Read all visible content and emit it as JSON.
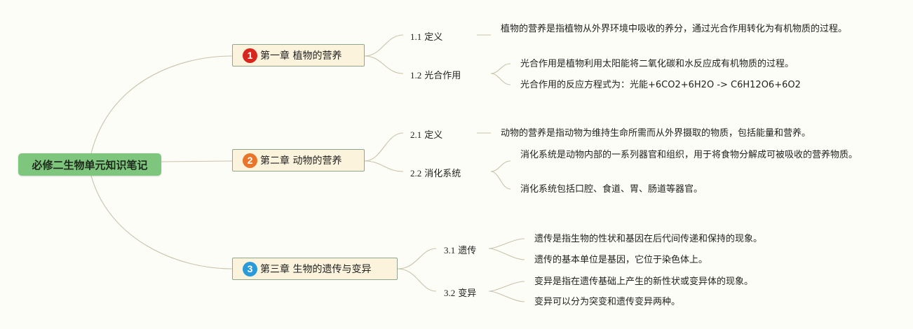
{
  "root": {
    "label": "必修二生物单元知识笔记"
  },
  "chapters": [
    {
      "number": "1",
      "color": "#d7261b",
      "label": "第一章 植物的营养",
      "sections": [
        {
          "num": "1.1",
          "title": "定义",
          "items": [
            "植物的营养是指植物从外界环境中吸收的养分，通过光合作用转化为有机物质的过程。"
          ]
        },
        {
          "num": "1.2",
          "title": "光合作用",
          "items": [
            "光合作用是植物利用太阳能将二氧化碳和水反应成有机物质的过程。",
            "光合作用的反应方程式为：光能+6CO2+6H2O -> C6H12O6+6O2"
          ]
        }
      ]
    },
    {
      "number": "2",
      "color": "#e8752a",
      "label": "第二章 动物的营养",
      "sections": [
        {
          "num": "2.1",
          "title": "定义",
          "items": [
            "动物的营养是指动物为维持生命所需而从外界摄取的物质，包括能量和营养。"
          ]
        },
        {
          "num": "2.2",
          "title": "消化系统",
          "items": [
            "消化系统是动物内部的一系列器官和组织，用于将食物分解成可被吸收的营养物质。",
            "消化系统包括口腔、食道、胃、肠道等器官。"
          ]
        }
      ]
    },
    {
      "number": "3",
      "color": "#2a9ad8",
      "label": "第三章 生物的遗传与变异",
      "sections": [
        {
          "num": "3.1",
          "title": "遗传",
          "items": [
            "遗传是指生物的性状和基因在后代间传递和保持的现象。",
            "遗传的基本单位是基因，它位于染色体上。"
          ]
        },
        {
          "num": "3.2",
          "title": "变异",
          "items": [
            "变异是指在遗传基础上产生的新性状或变异体的现象。",
            "变异可以分为突变和遗传变异两种。"
          ]
        }
      ]
    }
  ],
  "colors": {
    "root_fill": "#7ec57d",
    "chapter_fill": "#fbf3dc",
    "chapter_border": "#8fa68c",
    "link": "#c9c2ad"
  }
}
